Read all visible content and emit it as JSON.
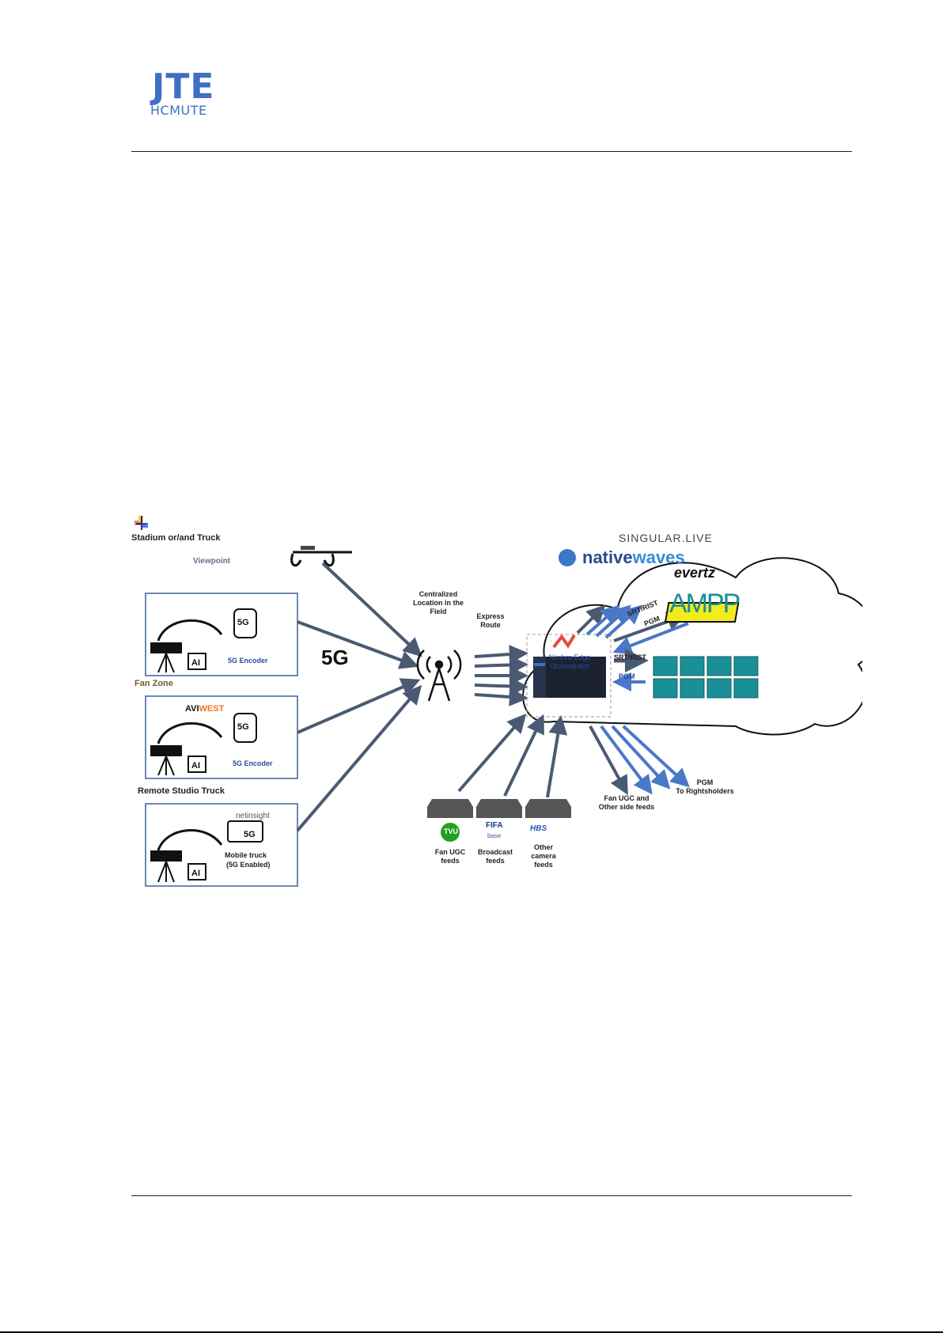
{
  "header": {
    "logo_top": "JTE",
    "logo_bottom": "HCMUTE"
  },
  "figure": {
    "sections": [
      {
        "label": "Stadium or/and Truck",
        "brand": "Viewpoint",
        "device": "5G Encoder"
      },
      {
        "label": "Fan Zone",
        "brand_prefix": "AVI",
        "brand_suffix": "WEST",
        "device": "5G Encoder"
      },
      {
        "label": "Remote Studio Truck",
        "brand": "netinsight",
        "device_line1": "Mobile truck",
        "device_line2": "(5G Enabled)"
      }
    ],
    "network_label": "5G",
    "drone_badge": "TVU",
    "drone_tag": "5G",
    "tower_label_line1": "Centralized",
    "tower_label_line2": "Location in the",
    "tower_label_line3": "Field",
    "express_line1": "Express",
    "express_line2": "Route",
    "cloud": {
      "singular": "SINGULAR.LIVE",
      "nativewaves_a": "native",
      "nativewaves_b": "waves",
      "evertz": "evertz",
      "ampp": "AMPP",
      "orchestrator_line1": "Nimbra Edge",
      "orchestrator_line2": "Orchestrator",
      "srt_rist_upper": "SRT/RIST",
      "pgm_upper": "PGM",
      "srt_rist_lower": "SRT/RIST",
      "pgm_lower": "PGM"
    },
    "feeds": [
      {
        "badge": "TVU",
        "line1": "Fan UGC",
        "line2": "feeds"
      },
      {
        "badge": "FIFA",
        "sub": "base",
        "line1": "Broadcast",
        "line2": "feeds"
      },
      {
        "badge": "HBS",
        "line1": "Other",
        "line2": "camera",
        "line3": "feeds"
      }
    ],
    "outputs": {
      "fan_line1": "Fan UGC and",
      "fan_line2": "Other side feeds",
      "pgm_line1": "PGM",
      "pgm_line2": "To Rightsholders"
    },
    "colors": {
      "arrow_dark": "#4a5a72",
      "arrow_blue": "#4a78c8",
      "box_border": "#3f5f9e",
      "ampp_teal": "#1a8f97",
      "evertz_yellow": "#f3ec1c"
    }
  }
}
